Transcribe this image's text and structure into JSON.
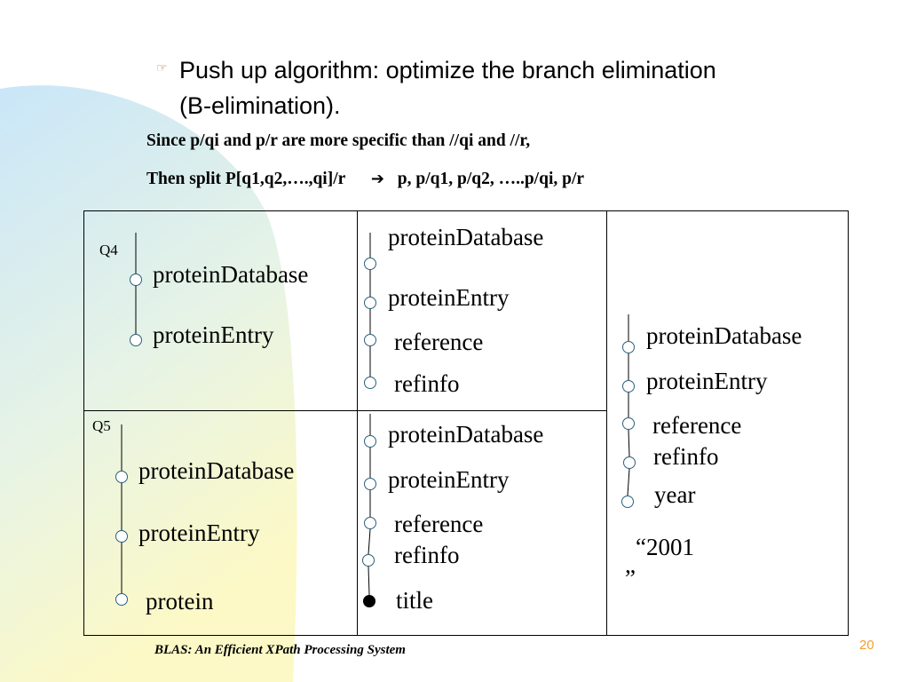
{
  "slide": {
    "bullet_icon": "pointing-hand-icon",
    "bullet_line1": "Push up algorithm: optimize the branch elimination",
    "bullet_line2": "(B-elimination).",
    "since_line": "Since p/qi and p/r are more specific than //qi and //r,",
    "then_prefix": "Then split P[q1,q2,….,qi]/r",
    "then_suffix": "p, p/q1, p/q2, …..p/qi, p/r",
    "arrow_icon": "right-arrow-icon",
    "footer": "BLAS: An Efficient XPath Processing System",
    "page_number": "20"
  },
  "table": {
    "q4": {
      "label": "Q4",
      "nodes": [
        "proteinDatabase",
        "proteinEntry"
      ]
    },
    "top_middle": {
      "nodes": [
        "proteinDatabase",
        "proteinEntry",
        "reference",
        "refinfo"
      ]
    },
    "q5": {
      "label": "Q5",
      "nodes": [
        "proteinDatabase",
        "proteinEntry",
        "protein"
      ]
    },
    "bottom_middle": {
      "nodes": [
        "proteinDatabase",
        "proteinEntry",
        "reference",
        "refinfo",
        "title"
      ]
    },
    "right": {
      "nodes": [
        "proteinDatabase",
        "proteinEntry",
        "reference",
        "refinfo",
        "year"
      ],
      "value_open": "“2001",
      "value_close": "”"
    }
  },
  "colors": {
    "node_stroke": "#2b5f7c",
    "page_number": "#f0a030",
    "bg_blue": "#cfe8f7",
    "bg_yellow": "#fbf8c8"
  }
}
